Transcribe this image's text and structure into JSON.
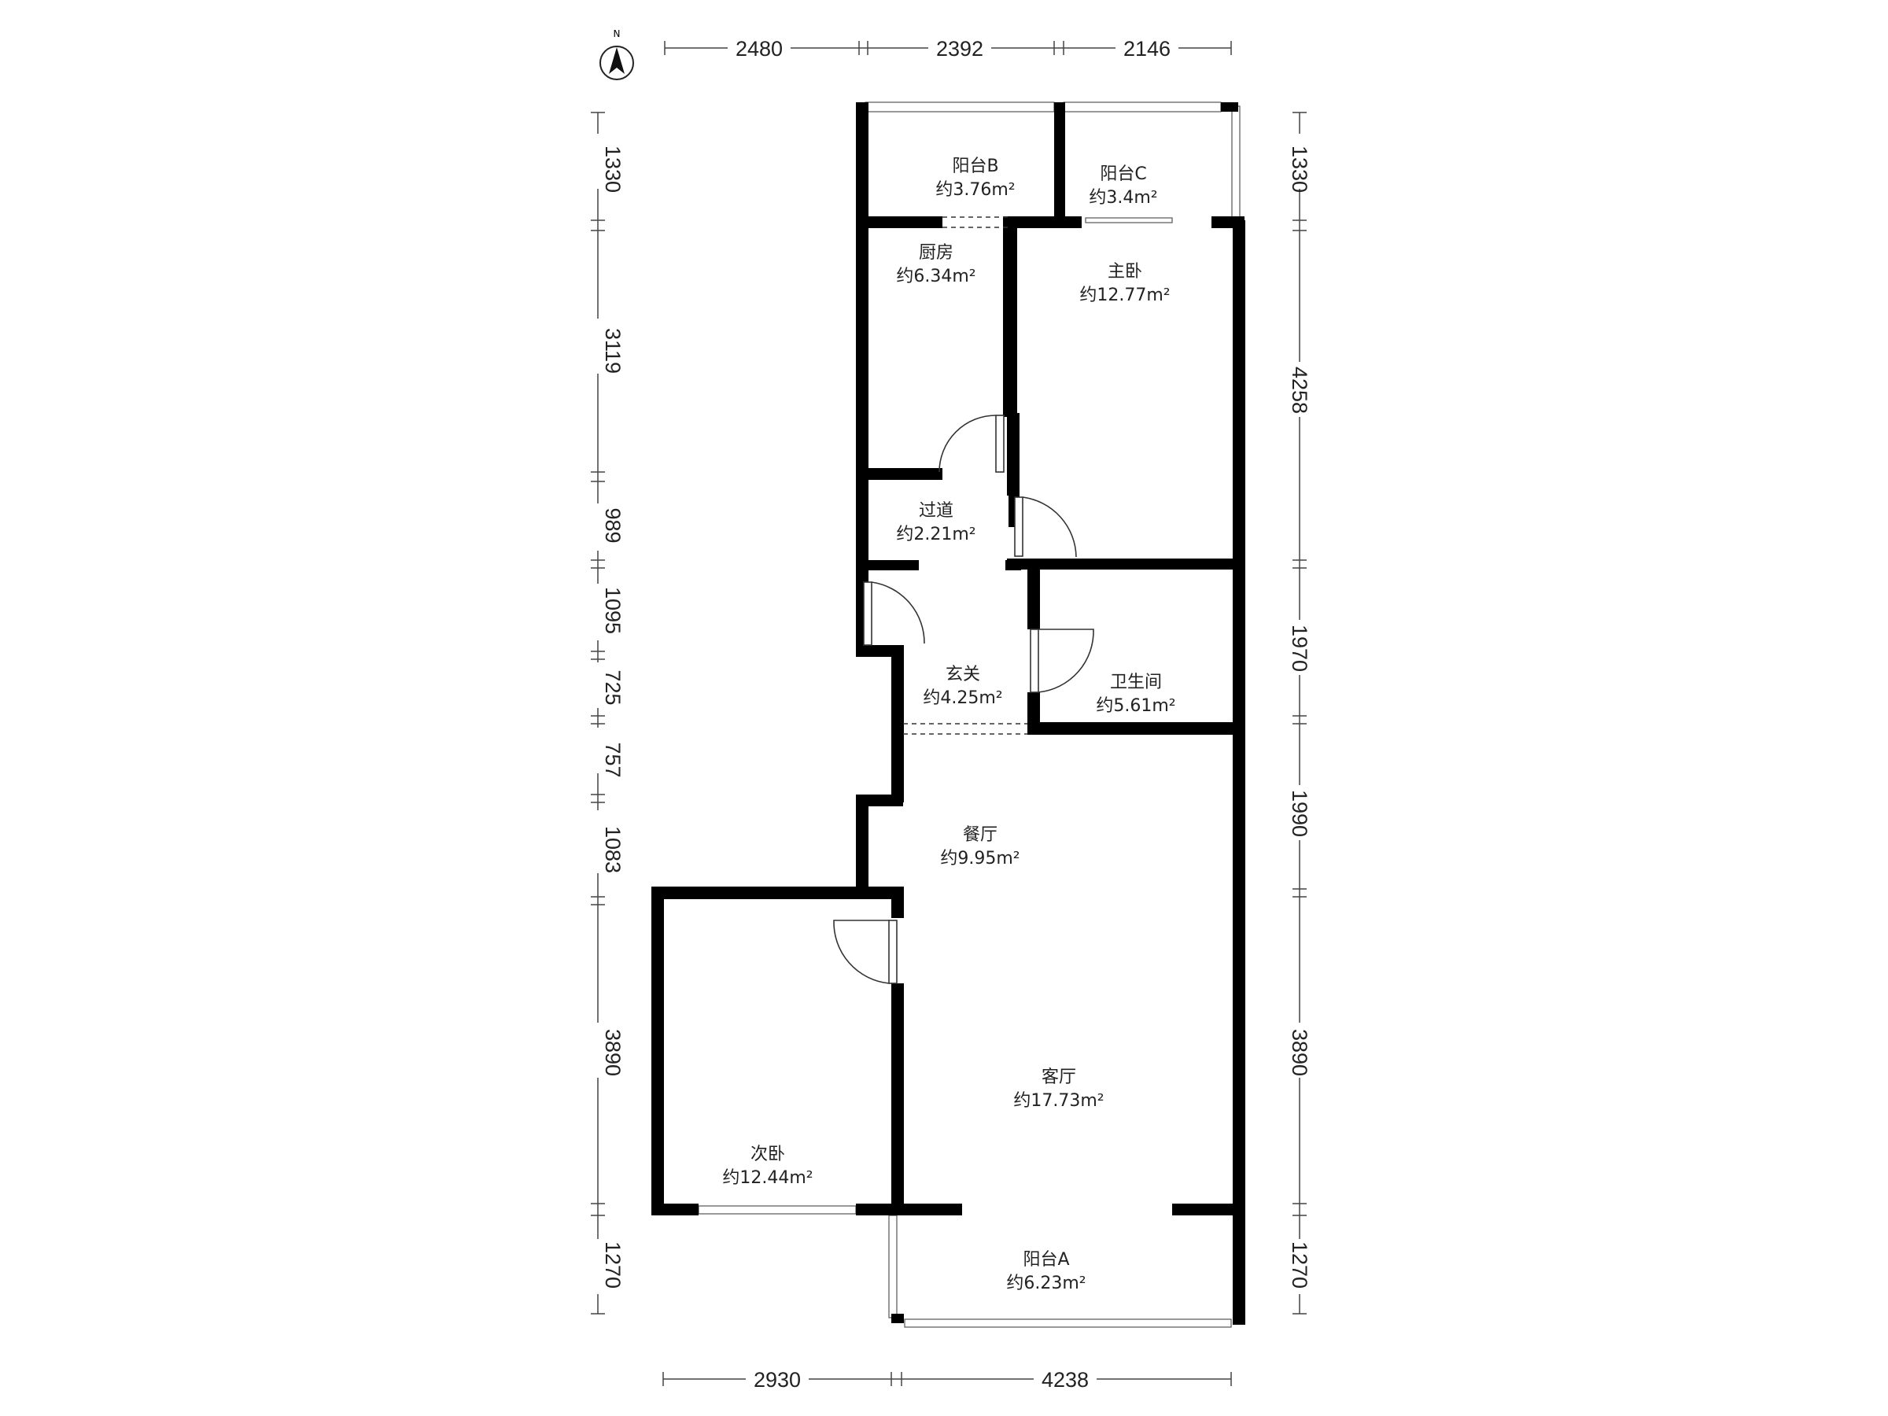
{
  "compass": {
    "label": "N"
  },
  "rooms": {
    "balcony_b": {
      "name": "阳台B",
      "area": "约3.76m²"
    },
    "balcony_c": {
      "name": "阳台C",
      "area": "约3.4m²"
    },
    "kitchen": {
      "name": "厨房",
      "area": "约6.34m²"
    },
    "master_bedroom": {
      "name": "主卧",
      "area": "约12.77m²"
    },
    "corridor": {
      "name": "过道",
      "area": "约2.21m²"
    },
    "foyer": {
      "name": "玄关",
      "area": "约4.25m²"
    },
    "bathroom": {
      "name": "卫生间",
      "area": "约5.61m²"
    },
    "dining": {
      "name": "餐厅",
      "area": "约9.95m²"
    },
    "living": {
      "name": "客厅",
      "area": "约17.73m²"
    },
    "second_bedroom": {
      "name": "次卧",
      "area": "约12.44m²"
    },
    "balcony_a": {
      "name": "阳台A",
      "area": "约6.23m²"
    }
  },
  "dimensions": {
    "top": [
      "2480",
      "2392",
      "2146"
    ],
    "bottom": [
      "2930",
      "4238"
    ],
    "left": [
      "1330",
      "3119",
      "989",
      "1095",
      "725",
      "757",
      "1083",
      "3890",
      "1270"
    ],
    "right": [
      "1330",
      "4258",
      "1970",
      "1990",
      "3890",
      "1270"
    ]
  }
}
